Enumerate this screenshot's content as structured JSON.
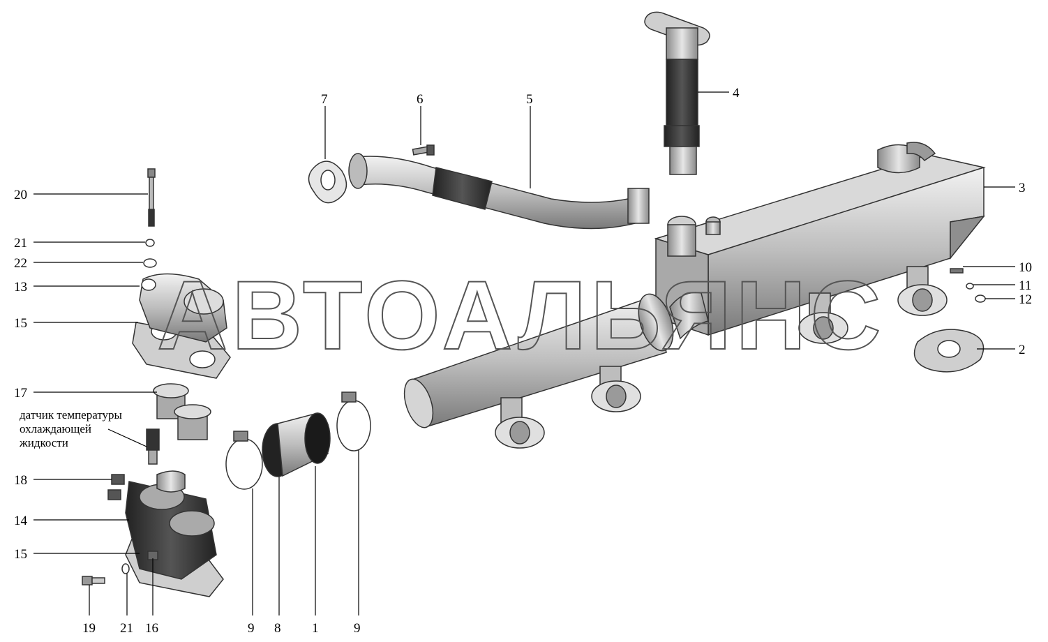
{
  "watermark": "АВТОАЛЬЯНС",
  "sensor_note": [
    "датчик температуры",
    "охлаждающей",
    "жидкости"
  ],
  "callouts": [
    {
      "id": "c1",
      "text": "1"
    },
    {
      "id": "c2",
      "text": "2"
    },
    {
      "id": "c3",
      "text": "3"
    },
    {
      "id": "c4",
      "text": "4"
    },
    {
      "id": "c5",
      "text": "5"
    },
    {
      "id": "c6",
      "text": "6"
    },
    {
      "id": "c7",
      "text": "7"
    },
    {
      "id": "c8",
      "text": "8"
    },
    {
      "id": "c9a",
      "text": "9"
    },
    {
      "id": "c9b",
      "text": "9"
    },
    {
      "id": "c10",
      "text": "10"
    },
    {
      "id": "c11",
      "text": "11"
    },
    {
      "id": "c12",
      "text": "12"
    },
    {
      "id": "c13",
      "text": "13"
    },
    {
      "id": "c14",
      "text": "14"
    },
    {
      "id": "c15a",
      "text": "15"
    },
    {
      "id": "c15b",
      "text": "15"
    },
    {
      "id": "c16",
      "text": "16"
    },
    {
      "id": "c17",
      "text": "17"
    },
    {
      "id": "c18",
      "text": "18"
    },
    {
      "id": "c19",
      "text": "19"
    },
    {
      "id": "c20",
      "text": "20"
    },
    {
      "id": "c21a",
      "text": "21"
    },
    {
      "id": "c21b",
      "text": "21"
    },
    {
      "id": "c22",
      "text": "22"
    }
  ]
}
